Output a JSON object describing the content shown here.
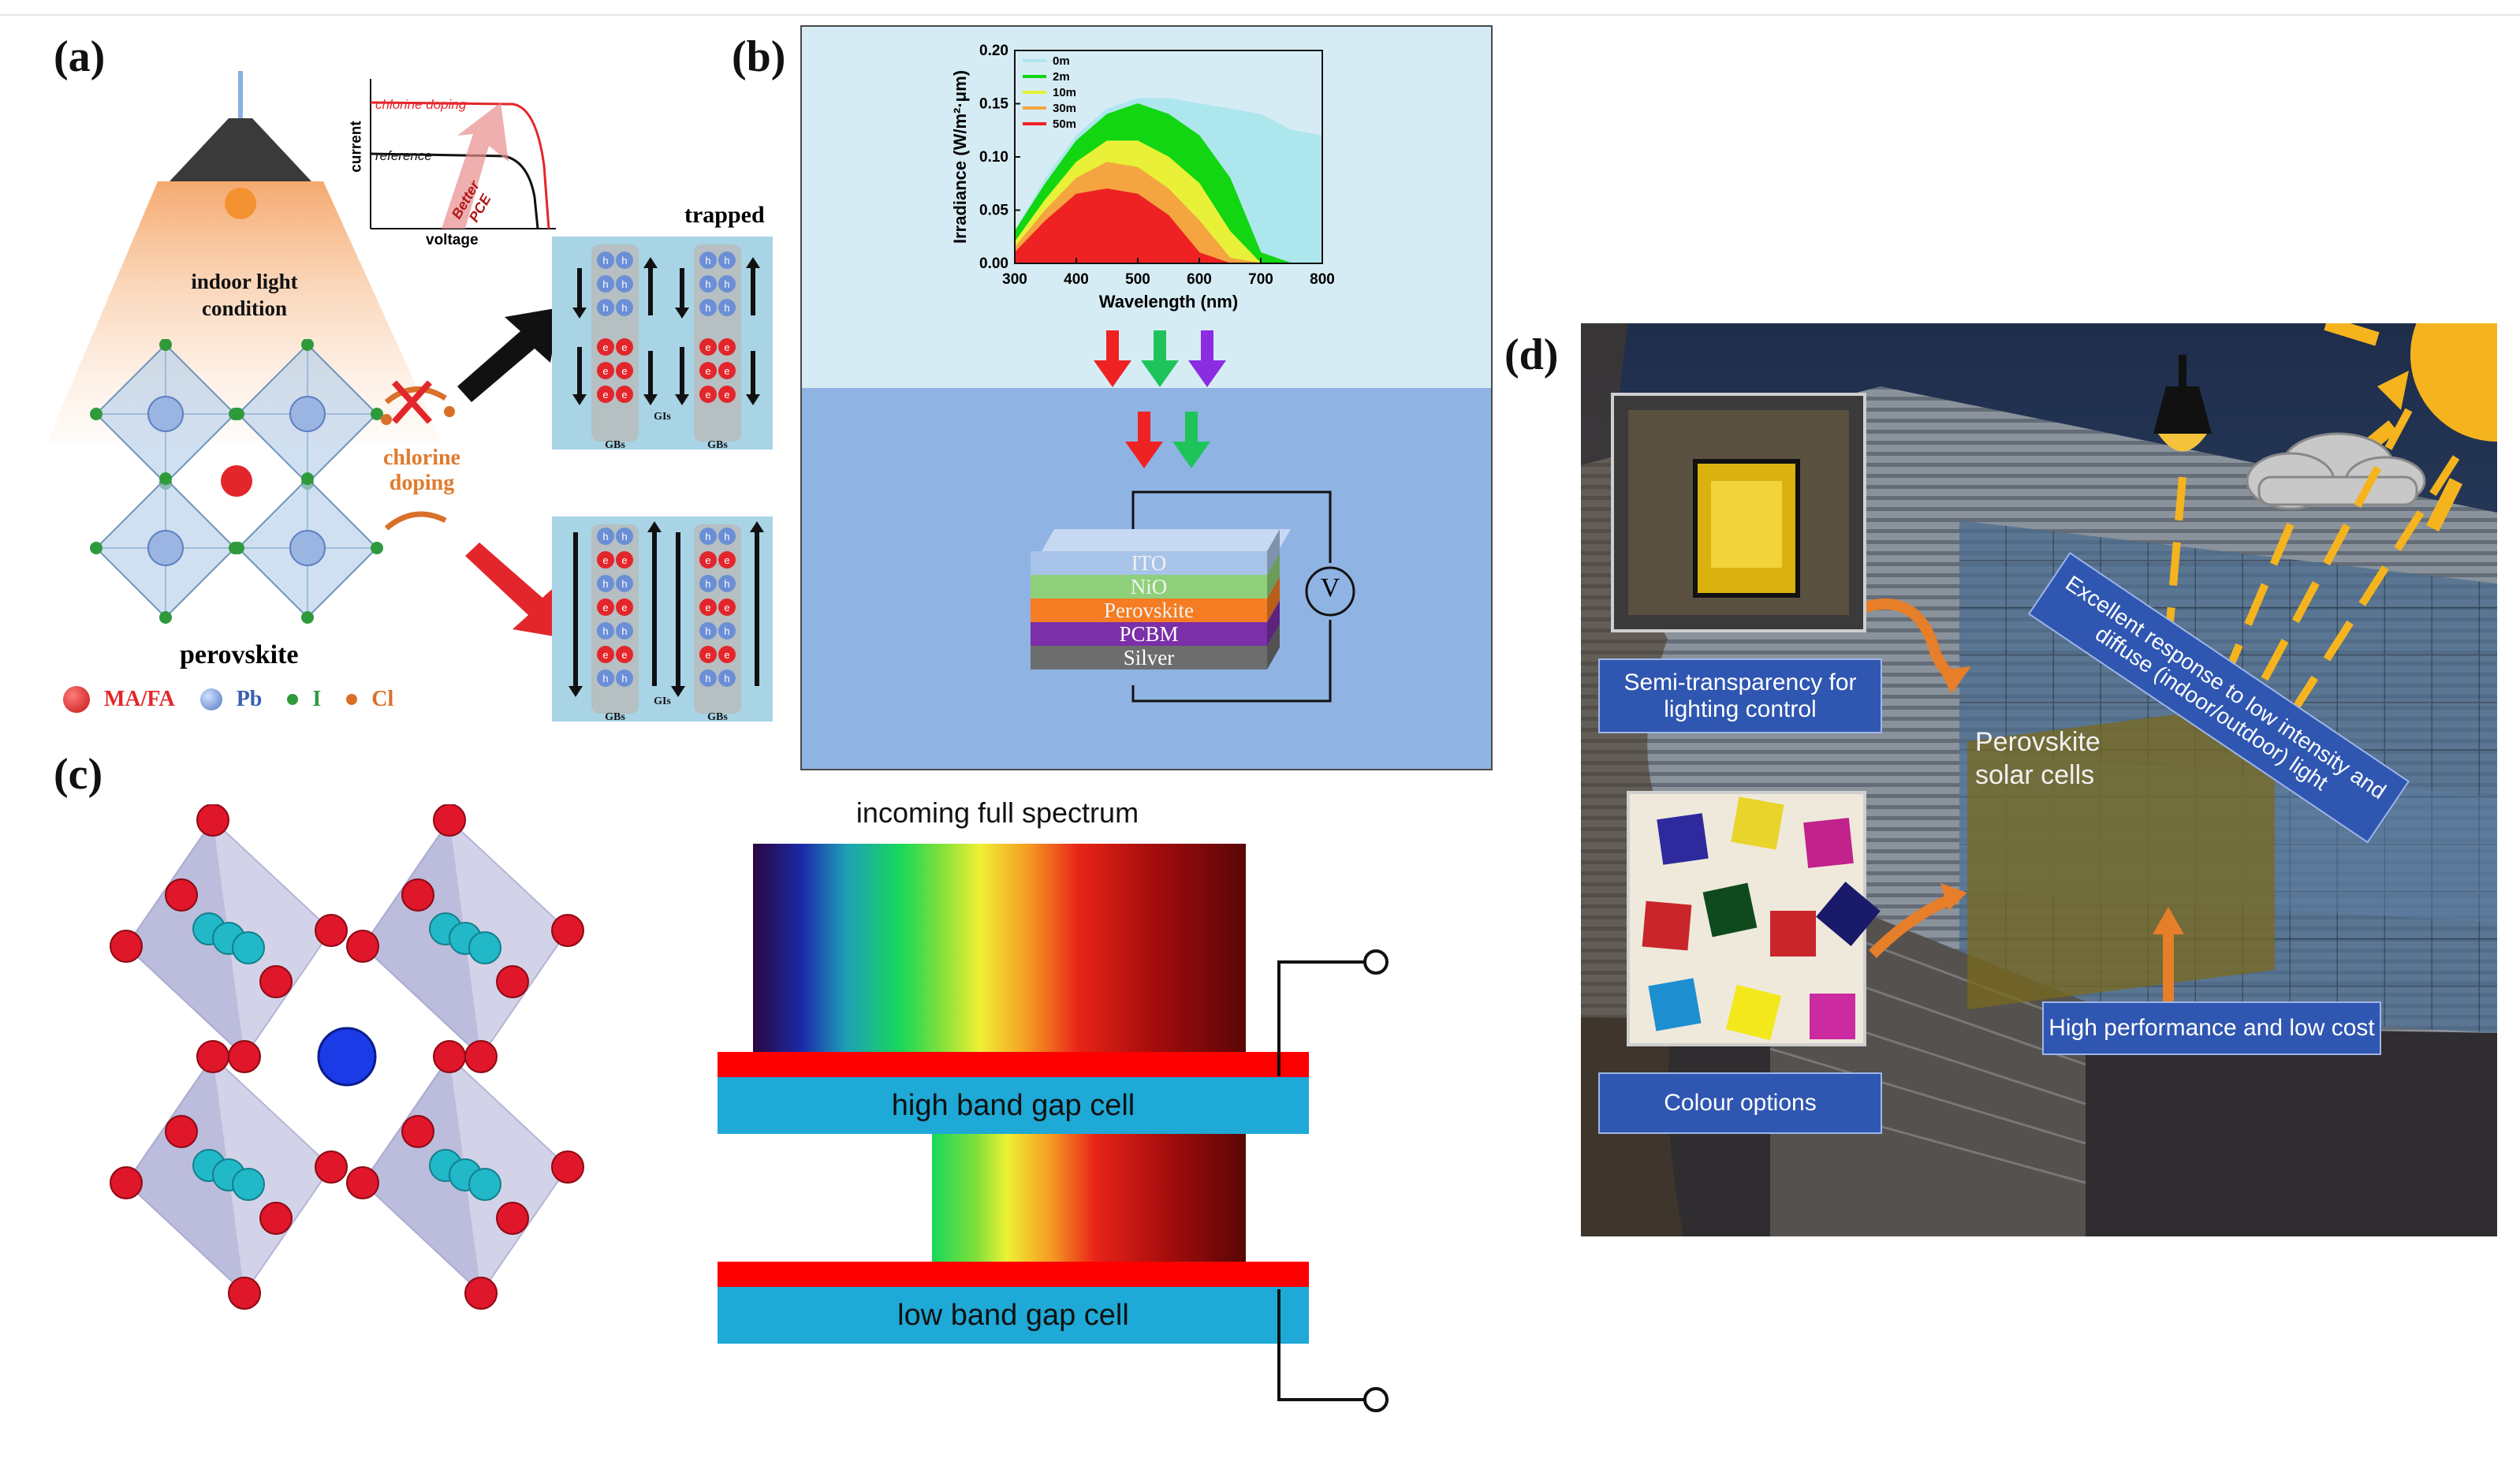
{
  "figure": {
    "panel_labels": {
      "a": "(a)",
      "b": "(b)",
      "c": "(c)",
      "d": "(d)"
    }
  },
  "panel_a": {
    "lamp_text": "indoor light condition",
    "jv_inset": {
      "xlabel": "voltage",
      "ylabel": "current",
      "curve_top": "chlorine doping",
      "curve_bottom": "reference",
      "arrow_text": "Better PCE"
    },
    "chlorine_doping": "chlorine doping",
    "structure_label": "perovskite",
    "trapped_label": "trapped",
    "grain_labels": {
      "gis": "GIs",
      "gbs": "GBs"
    },
    "carrier_symbols": {
      "electron": "e",
      "hole": "h"
    },
    "legend": [
      {
        "label": "MA/FA",
        "color": "#e3262b"
      },
      {
        "label": "Pb",
        "color": "#6b8fd6"
      },
      {
        "label": "I",
        "color": "#2f9a3c"
      },
      {
        "label": "Cl",
        "color": "#d9702a"
      }
    ]
  },
  "panel_b": {
    "colors": {
      "top_bg": "#d6ecf5",
      "bottom_bg": "#8fb3e2"
    },
    "chart_data": {
      "type": "area",
      "title": "",
      "xlabel": "Wavelength (nm)",
      "ylabel": "Irradiance (W/m²·μm)",
      "xlim": [
        300,
        800
      ],
      "ylim": [
        0.0,
        0.2
      ],
      "x_ticks": [
        300,
        400,
        500,
        600,
        700,
        800
      ],
      "y_ticks": [
        0.0,
        0.05,
        0.1,
        0.15,
        0.2
      ],
      "legend_position": "top-left",
      "x": [
        300,
        350,
        400,
        450,
        500,
        550,
        600,
        650,
        700,
        750,
        800
      ],
      "series": [
        {
          "name": "0m",
          "color": "#aee6ee",
          "values": [
            0.03,
            0.08,
            0.12,
            0.145,
            0.155,
            0.155,
            0.15,
            0.145,
            0.14,
            0.125,
            0.12
          ]
        },
        {
          "name": "2m",
          "color": "#11d611",
          "values": [
            0.03,
            0.075,
            0.115,
            0.14,
            0.15,
            0.14,
            0.12,
            0.08,
            0.01,
            0.0,
            0.0
          ]
        },
        {
          "name": "10m",
          "color": "#e8f037",
          "values": [
            0.02,
            0.06,
            0.095,
            0.115,
            0.115,
            0.1,
            0.075,
            0.03,
            0.0,
            0.0,
            0.0
          ]
        },
        {
          "name": "30m",
          "color": "#f4a540",
          "values": [
            0.015,
            0.05,
            0.08,
            0.095,
            0.09,
            0.07,
            0.04,
            0.005,
            0.0,
            0.0,
            0.0
          ]
        },
        {
          "name": "50m",
          "color": "#ee2222",
          "values": [
            0.01,
            0.04,
            0.065,
            0.07,
            0.065,
            0.045,
            0.01,
            0.0,
            0.0,
            0.0,
            0.0
          ]
        }
      ]
    },
    "layers": [
      {
        "label": "ITO",
        "color": "#a8c4e8"
      },
      {
        "label": "NiO",
        "color": "#8fd07a"
      },
      {
        "label": "Perovskite",
        "color": "#f57c22"
      },
      {
        "label": "PCBM",
        "color": "#7b2fa8"
      },
      {
        "label": "Silver",
        "color": "#6d6d6d"
      }
    ],
    "meter_label": "V"
  },
  "panel_c": {
    "spectrum_title": "incoming full spectrum",
    "high_cell": "high band gap cell",
    "low_cell": "low band gap cell",
    "colors": {
      "cell": "#1ea9d6",
      "contact": "#ff0000"
    }
  },
  "panel_d": {
    "callouts": {
      "semi": "Semi-transparency for lighting control",
      "colour": "Colour options",
      "perf": "High performance and low cost",
      "response": "Excellent response to low intensity and diffuse (indoor/outdoor) light"
    },
    "module_label": "Perovskite solar cells",
    "swatches": [
      "#2e2a9e",
      "#e8d42a",
      "#c2228c",
      "#c8262a",
      "#0f4a1e",
      "#c8262a",
      "#1a1a6a",
      "#1d8fd0",
      "#f2e81c",
      "#cc2aa0"
    ]
  }
}
